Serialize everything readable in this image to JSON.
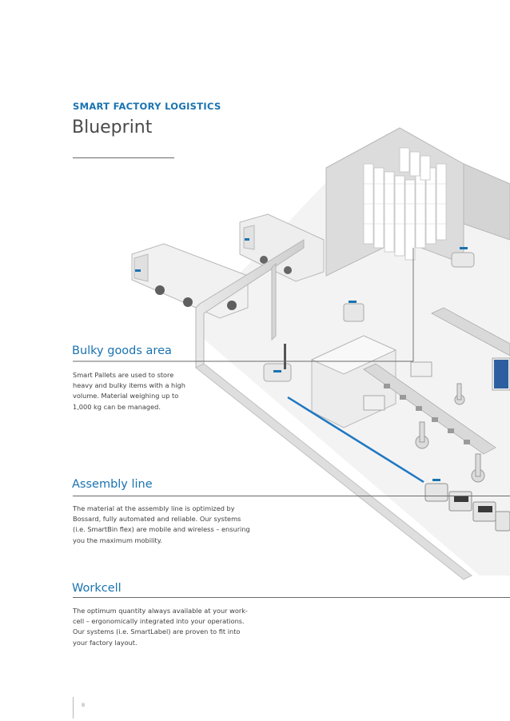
{
  "header": {
    "eyebrow": "SMART FACTORY LOGISTICS",
    "title": "Blueprint"
  },
  "sections": [
    {
      "heading": "Bulky goods area",
      "body": "Smart Pallets are used to store\nheavy and bulky items with a high\nvolume. Material weighing up to\n1,000 kg can be managed."
    },
    {
      "heading": "Assembly line",
      "body": "The material at the assembly line is optimized by\nBossard, fully automated and reliable. Our systems\n(i.e. SmartBin flex) are mobile and wireless – ensuring\nyou the maximum mobility."
    },
    {
      "heading": "Workcell",
      "body": "The optimum quantity always available at your work-\ncell – ergonomically integrated into your operations.\nOur systems (i.e. SmartLabel) are proven to fit into\nyour factory layout."
    }
  ],
  "page": {
    "number": "8"
  },
  "colors": {
    "accent": "#1a73b0",
    "text": "#3c3c3c",
    "rule": "#6a6a6a"
  }
}
